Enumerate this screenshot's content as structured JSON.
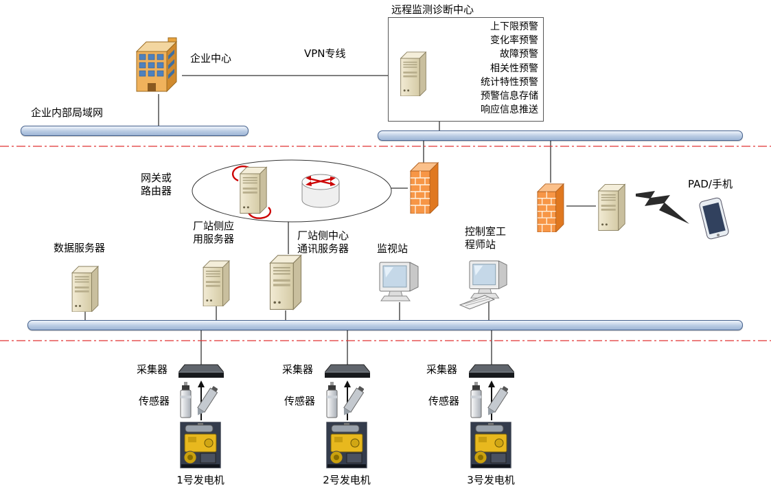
{
  "remote_center": {
    "title": "远程监测诊断中心",
    "functions": [
      "上下限预警",
      "变化率预警",
      "故障预警",
      "相关性预警",
      "统计特性预警",
      "预警信息存储",
      "响应信息推送"
    ]
  },
  "network": {
    "enterprise_center": "企业中心",
    "vpn_line": "VPN专线",
    "enterprise_lan": "企业内部局域网",
    "gateway_router": "网关或\n路由器",
    "pad_phone": "PAD/手机"
  },
  "station": {
    "data_server": "数据服务器",
    "app_server": "厂站侧应\n用服务器",
    "comm_server": "厂站侧中心\n通讯服务器",
    "monitor_station": "监视站",
    "engineer_station": "控制室工\n程师站"
  },
  "field": {
    "units": [
      {
        "collector": "采集器",
        "sensor": "传感器",
        "generator": "1号发电机"
      },
      {
        "collector": "采集器",
        "sensor": "传感器",
        "generator": "2号发电机"
      },
      {
        "collector": "采集器",
        "sensor": "传感器",
        "generator": "3号发电机"
      }
    ]
  },
  "icons": {
    "building": "office-building",
    "server": "tower-server",
    "firewall": "brick-firewall",
    "router": "router-with-arrows",
    "monitor": "crt-monitor",
    "keyboard": "keyboard",
    "phone": "smartphone",
    "wireless": "lightning-bolt",
    "collector": "data-collector",
    "sensor": "vibration-sensors",
    "generator": "generator-photo"
  },
  "colors": {
    "bus_fill": "#b9cbe3",
    "bus_border": "#44608c",
    "boundary_line": "#e03030",
    "firewall_orange": "#f79646",
    "server_beige": "#e5dcc0",
    "arrow_red": "#cc0000"
  }
}
